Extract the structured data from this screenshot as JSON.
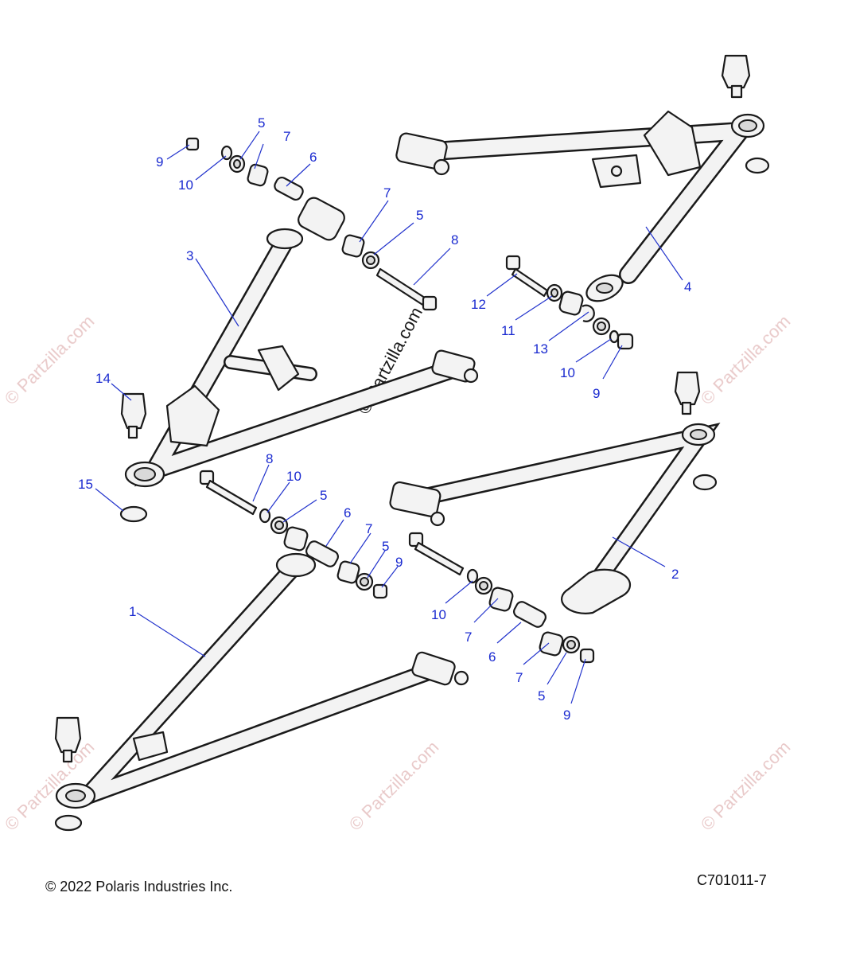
{
  "watermark": "© Partzilla.com",
  "footer": {
    "copyright": "© 2022 Polaris Industries Inc.",
    "diagram_code": "C701011-7"
  },
  "callouts": {
    "c1": "1",
    "c2": "2",
    "c3": "3",
    "c4": "4",
    "c5a": "5",
    "c5b": "5",
    "c5c": "5",
    "c5d": "5",
    "c5e": "5",
    "c6a": "6",
    "c6b": "6",
    "c6c": "6",
    "c7a": "7",
    "c7b": "7",
    "c7c": "7",
    "c7d": "7",
    "c7e": "7",
    "c8a": "8",
    "c8b": "8",
    "c9a": "9",
    "c9b": "9",
    "c9c": "9",
    "c9d": "9",
    "c10a": "10",
    "c10b": "10",
    "c10c": "10",
    "c10d": "10",
    "c11": "11",
    "c12": "12",
    "c13": "13",
    "c14": "14",
    "c15": "15"
  },
  "colors": {
    "callout": "#1a2ad0",
    "watermark": "#e7c4c4",
    "line": "#1a1a1a"
  }
}
